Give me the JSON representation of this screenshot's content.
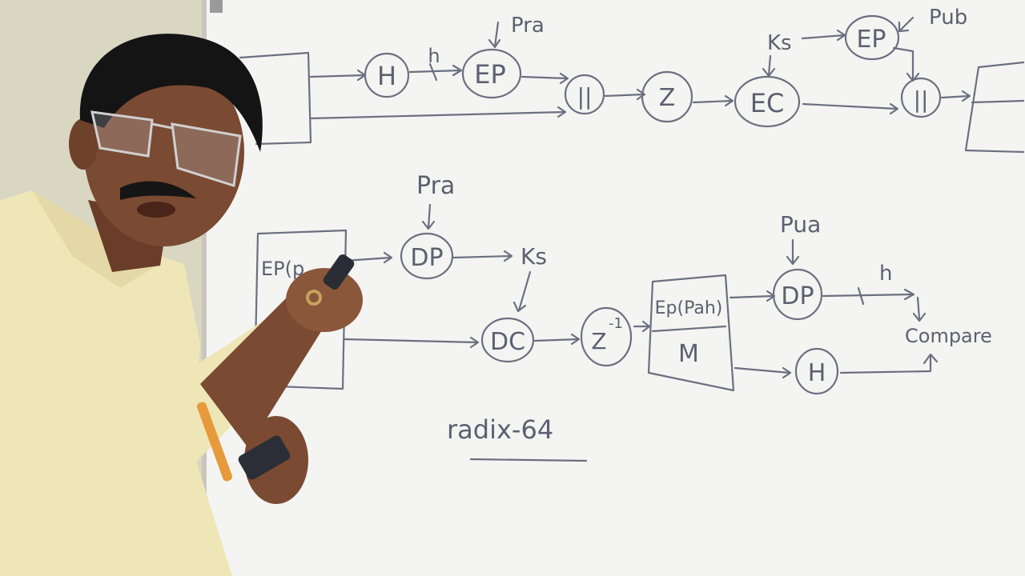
{
  "top_flow": {
    "hash": "H",
    "hash_out": "h",
    "encrypt_private": "EP",
    "private_key_label": "Pra",
    "concat_1": "||",
    "compress": "Z",
    "encrypt_conventional": "EC",
    "session_key": "Ks",
    "encrypt_public": "EP",
    "public_key_label": "Pub",
    "concat_2": "||"
  },
  "bottom_flow": {
    "message_box_label": "EP(p",
    "private_key_label": "Pra",
    "decrypt_private": "DP",
    "session_key": "Ks",
    "decrypt_conventional": "DC",
    "decompress": "Z",
    "decompress_exp": "-1",
    "box_top": "Ep(Pah)",
    "box_bottom": "M",
    "public_key_label": "Pua",
    "decrypt_public": "DP",
    "hash_out": "h",
    "hash": "H",
    "compare": "Compare"
  },
  "footer_note": "radix-64",
  "colors": {
    "whiteboard": "#f4f4f2",
    "marker": "#5b6170",
    "wall": "#d9d6c2",
    "shirt": "#efe6b8",
    "skin": "#7a4a32",
    "hair": "#141414",
    "wristband": "#e69a3c"
  }
}
